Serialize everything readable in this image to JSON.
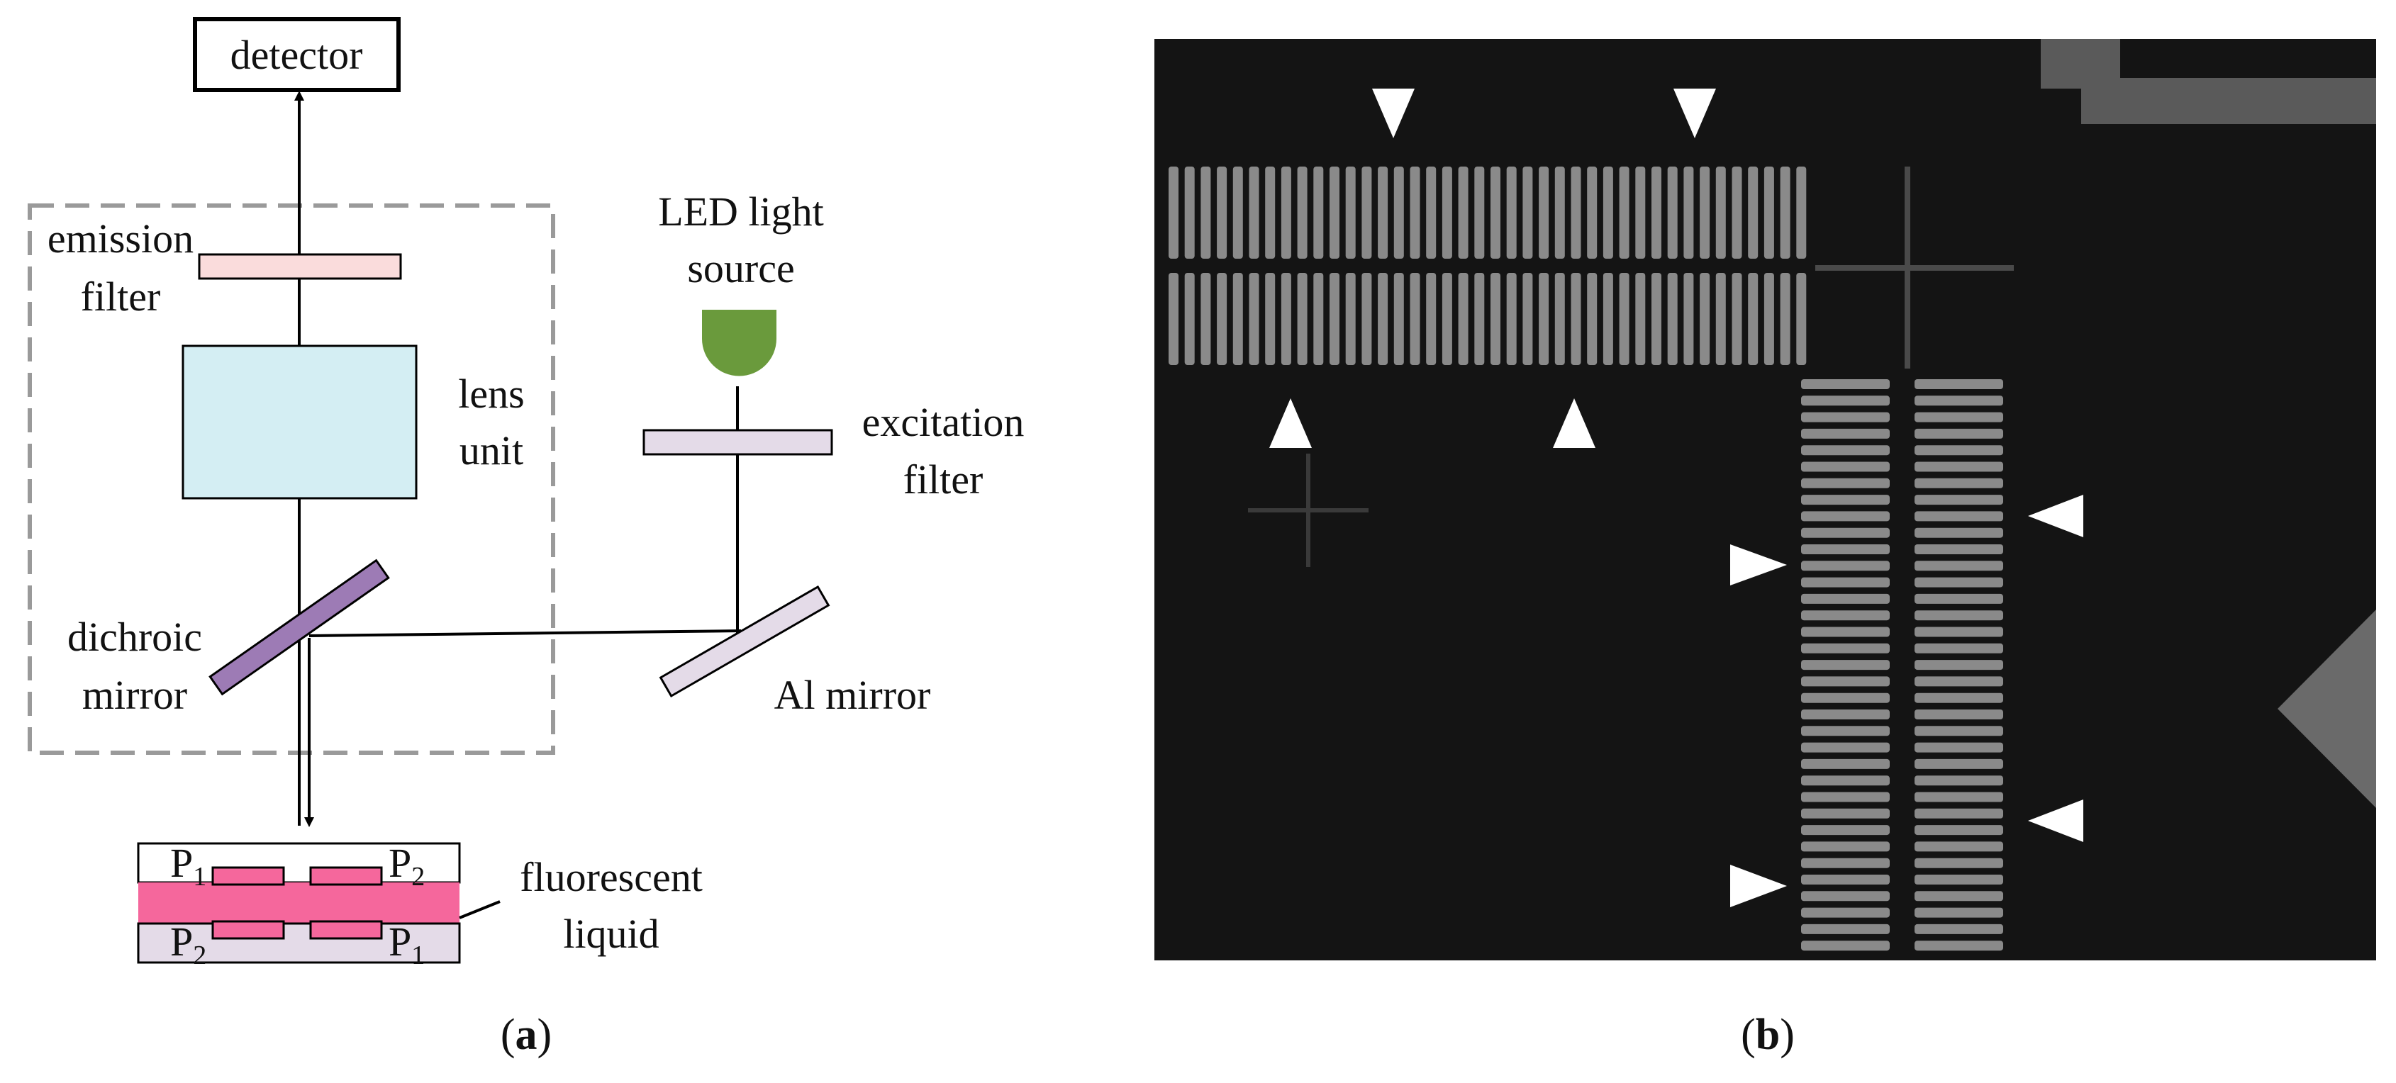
{
  "panel_a": {
    "label_open": "(",
    "label_letter": "a",
    "label_close": ")",
    "detector": "detector",
    "emission_filter": [
      "emission",
      "filter"
    ],
    "lens_unit": [
      "lens",
      "unit"
    ],
    "led_source": [
      "LED light",
      "source"
    ],
    "excitation_filter": [
      "excitation",
      "filter"
    ],
    "dichroic_mirror": [
      "dichroic",
      "mirror"
    ],
    "al_mirror": "Al mirror",
    "fluorescent_liquid": [
      "fluorescent",
      "liquid"
    ],
    "pattern_labels": {
      "top_left": {
        "base": "P",
        "sub": "1"
      },
      "top_right": {
        "base": "P",
        "sub": "2"
      },
      "bottom_left": {
        "base": "P",
        "sub": "2"
      },
      "bottom_right": {
        "base": "P",
        "sub": "1"
      }
    },
    "colors": {
      "emission_filter": "#fadcdc",
      "lens_unit": "#d4eef3",
      "led": "#6a9a3c",
      "excitation_filter": "#e4dbe8",
      "dichroic_mirror": "#9d7bb5",
      "al_mirror": "#e4dbe8",
      "fluorescent_liquid": "#f5679c",
      "pattern": "#f5679c",
      "chip_bottom": "#e4dbe8",
      "dashed_box": "#9a9a9a"
    }
  },
  "panel_b": {
    "label_open": "(",
    "label_letter": "b",
    "label_close": ")",
    "image_description_colors": {
      "background": "#141414",
      "bars": "#8c8c8c",
      "arrow": "#ffffff"
    }
  }
}
